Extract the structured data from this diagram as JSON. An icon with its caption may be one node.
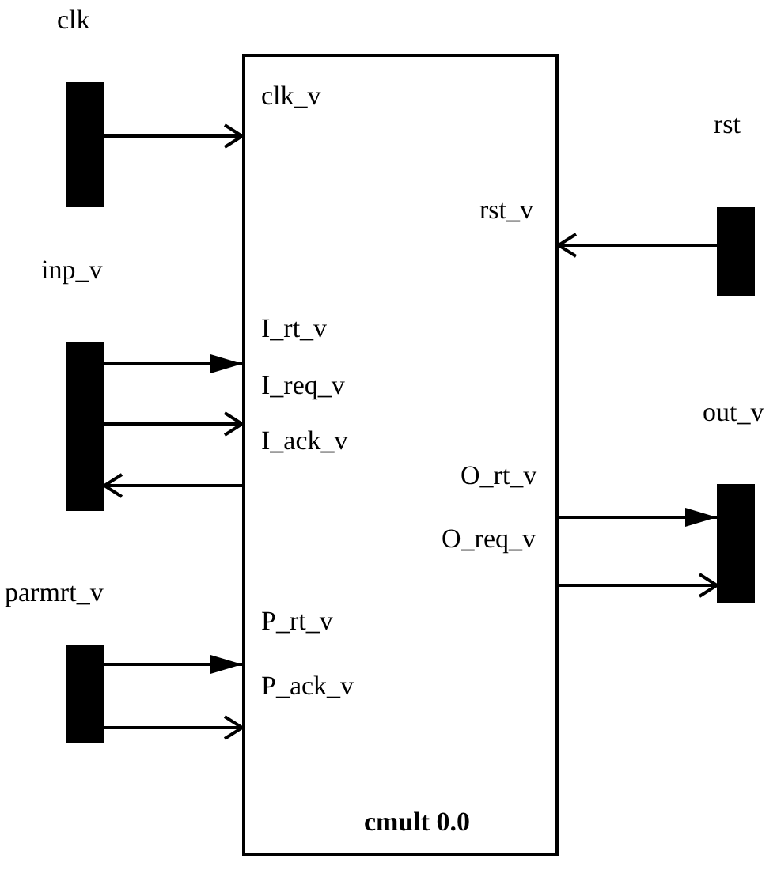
{
  "diagram": {
    "nodes": [
      {
        "text": [
          "clk"
        ]
      },
      {
        "text": [
          "clk_v",
          "rst_v",
          "I_rt_v",
          "I_req_v",
          "I_ack_v",
          "O_rt_v",
          "O_req_v",
          "P_rt_v",
          "P_ack_v",
          "cmult 0.0"
        ]
      },
      {
        "text": [
          "rst"
        ]
      },
      {
        "text": [
          "inp_v"
        ]
      },
      {
        "text": [
          "out_v"
        ]
      },
      {
        "text": [
          "parmrt_v"
        ]
      }
    ],
    "edges": [
      {
        "from": 0,
        "to": 1,
        "arrow": "to"
      },
      {
        "from": 2,
        "to": 1,
        "arrow": "to"
      },
      {
        "from": 3,
        "to": 1,
        "arrow": "to"
      },
      {
        "from": 3,
        "to": 1,
        "arrow": "to"
      },
      {
        "from": 1,
        "to": 3,
        "arrow": "to"
      },
      {
        "from": 1,
        "to": 4,
        "arrow": "to"
      },
      {
        "from": 1,
        "to": 4,
        "arrow": "to"
      },
      {
        "from": 5,
        "to": 1,
        "arrow": "to"
      },
      {
        "from": 5,
        "to": 1,
        "arrow": "to"
      }
    ]
  }
}
